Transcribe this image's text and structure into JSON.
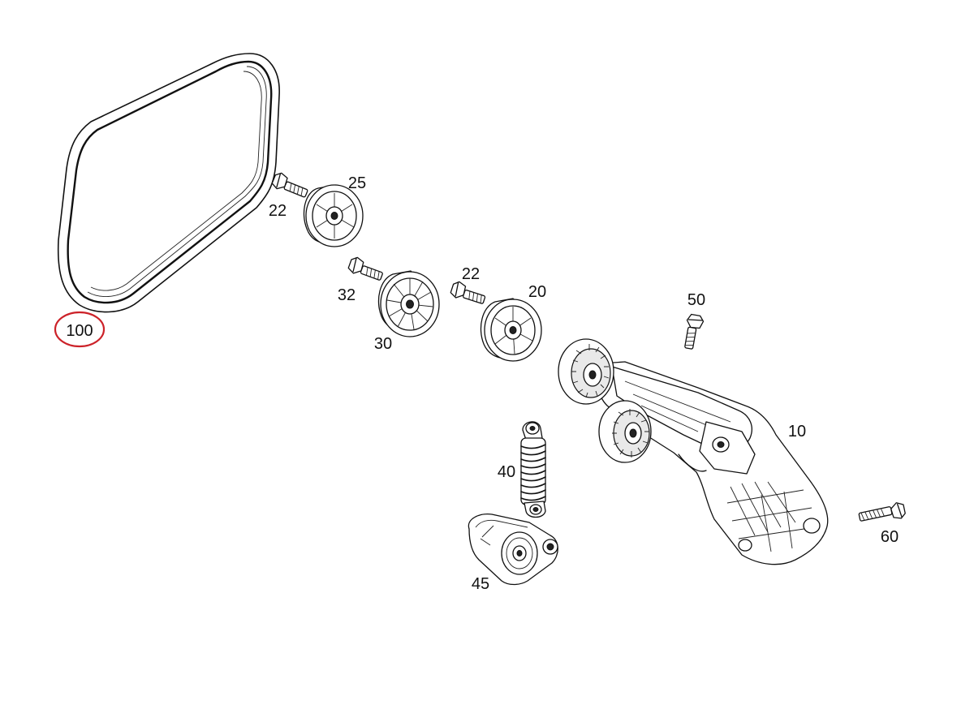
{
  "highlight_color": "#cc2229",
  "parts": [
    {
      "id": "belt",
      "icon": "poly-v-belt-icon",
      "label": "100",
      "highlighted": true
    },
    {
      "id": "bolt-22a",
      "icon": "bolt-icon",
      "label": "22"
    },
    {
      "id": "pulley-25",
      "icon": "idler-pulley-icon",
      "label": "25"
    },
    {
      "id": "bolt-32",
      "icon": "bolt-icon",
      "label": "32"
    },
    {
      "id": "pulley-30",
      "icon": "idler-pulley-icon",
      "label": "30"
    },
    {
      "id": "bolt-22b",
      "icon": "bolt-icon",
      "label": "22"
    },
    {
      "id": "pulley-20",
      "icon": "idler-pulley-icon",
      "label": "20"
    },
    {
      "id": "bolt-50",
      "icon": "bolt-icon",
      "label": "50"
    },
    {
      "id": "tensioner-10",
      "icon": "belt-tensioner-bracket-icon",
      "label": "10"
    },
    {
      "id": "damper-40",
      "icon": "spring-damper-icon",
      "label": "40"
    },
    {
      "id": "tensioner-45",
      "icon": "tensioner-housing-icon",
      "label": "45"
    },
    {
      "id": "bolt-60",
      "icon": "bolt-icon",
      "label": "60"
    }
  ]
}
